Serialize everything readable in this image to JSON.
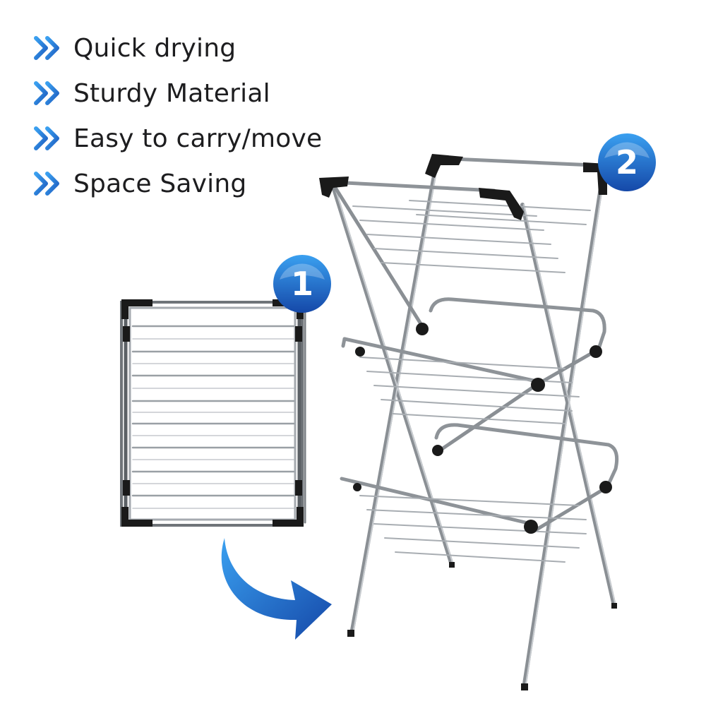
{
  "features": [
    {
      "label": "Quick drying",
      "icon": "double-chevron-right-icon"
    },
    {
      "label": "Sturdy Material",
      "icon": "double-chevron-right-icon"
    },
    {
      "label": "Easy to carry/move",
      "icon": "double-chevron-right-icon"
    },
    {
      "label": "Space Saving",
      "icon": "double-chevron-right-icon"
    }
  ],
  "badges": {
    "folded": "1",
    "unfolded": "2"
  },
  "colors": {
    "accent_blue": "#1e5fc1",
    "accent_light": "#3aa0f0",
    "text": "#1d1d1f",
    "frame_silver": "#9ea3a8",
    "joint_black": "#1a1a1a"
  }
}
